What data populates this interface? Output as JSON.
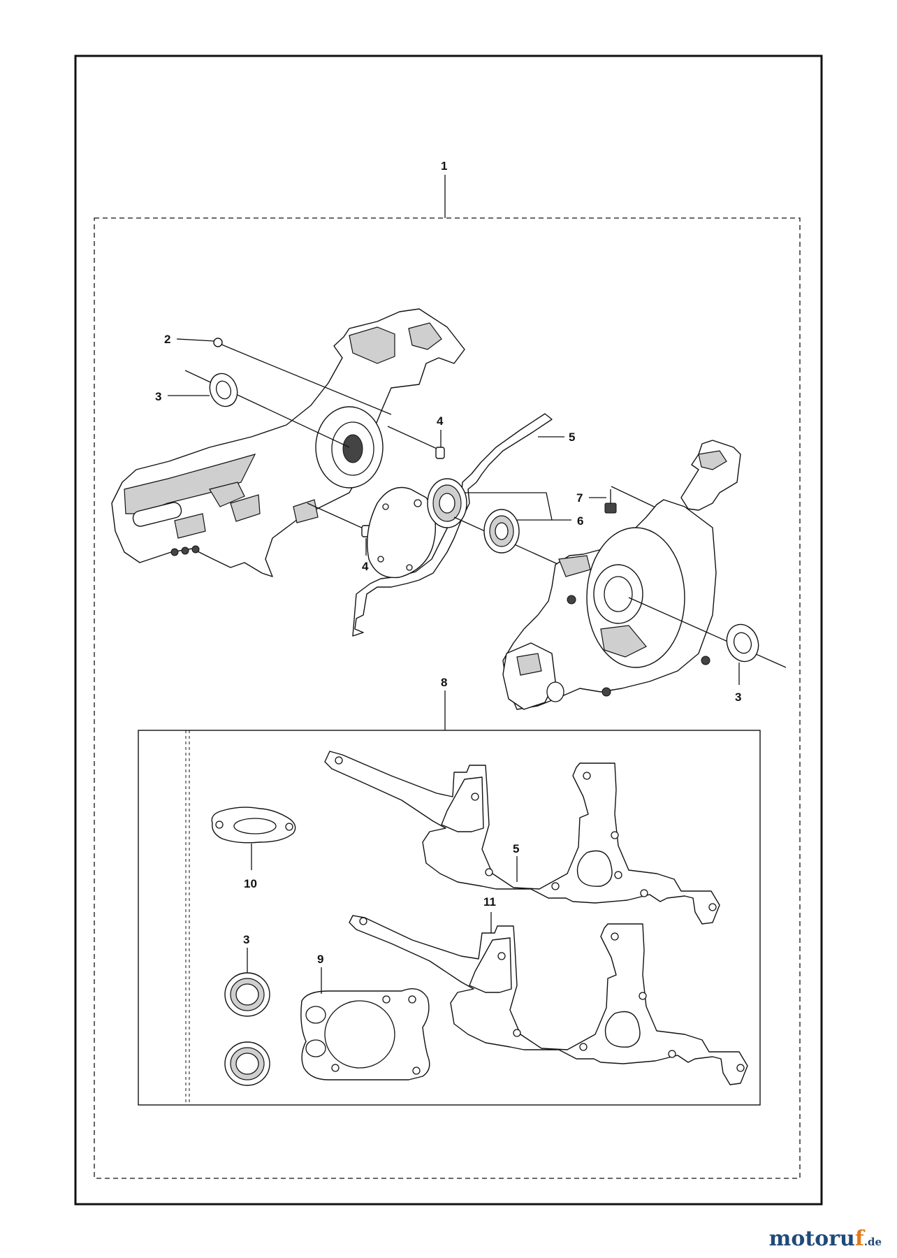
{
  "callouts": {
    "c1": "1",
    "c2": "2",
    "c3a": "3",
    "c3b": "3",
    "c3c": "3",
    "c4a": "4",
    "c4b": "4",
    "c5a": "5",
    "c5b": "5",
    "c6": "6",
    "c7": "7",
    "c8": "8",
    "c9": "9",
    "c10": "10",
    "c11": "11"
  },
  "watermark": {
    "name_start": "motoru",
    "name_end": "f",
    "tld": ".de"
  },
  "colors": {
    "line": "#111111",
    "brand": "#1f4a7a",
    "brand_accent": "#e07a1a"
  }
}
